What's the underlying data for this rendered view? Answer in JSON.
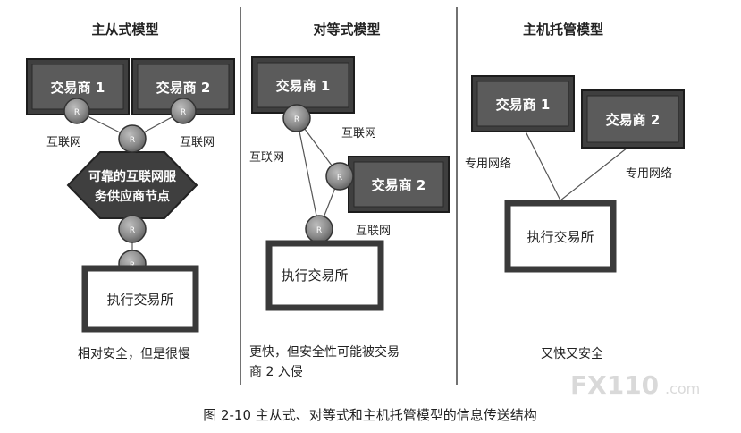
{
  "panels": {
    "master_slave": {
      "title": "主从式模型",
      "trader1": "交易商 1",
      "trader2": "交易商 2",
      "internet_left": "互联网",
      "internet_right": "互联网",
      "provider_line1": "可靠的互联网服",
      "provider_line2": "务供应商节点",
      "exchange": "执行交易所",
      "caption": "相对安全，但是很慢"
    },
    "peer": {
      "title": "对等式模型",
      "trader1": "交易商 1",
      "trader2": "交易商 2",
      "internet_a": "互联网",
      "internet_b": "互联网",
      "internet_c": "互联网",
      "exchange": "执行交易所",
      "caption_line1": "更快，但安全性可能被交易",
      "caption_line2": "商 2 入侵"
    },
    "hosted": {
      "title": "主机托管模型",
      "trader1": "交易商 1",
      "trader2": "交易商 2",
      "private_left": "专用网络",
      "private_right": "专用网络",
      "exchange": "执行交易所",
      "caption": "又快又安全"
    }
  },
  "router_label": "R",
  "figure_caption": "图 2-10    主从式、对等式和主机托管模型的信息传送结构",
  "watermark": {
    "brand": "FX110",
    "suffix": ".com"
  }
}
